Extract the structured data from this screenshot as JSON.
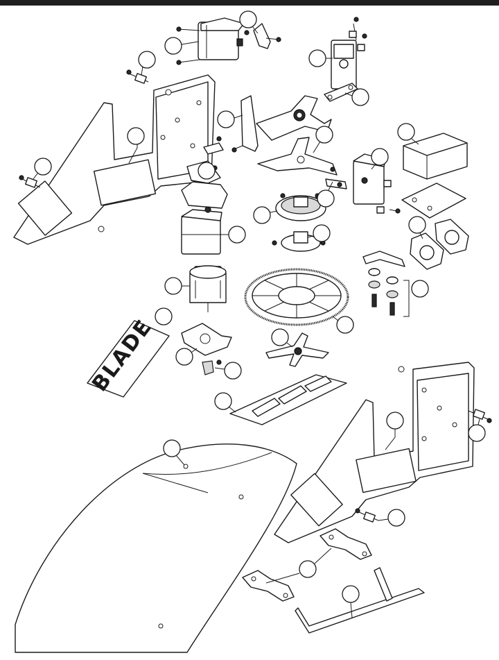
{
  "document": {
    "type": "exploded-parts-diagram",
    "header_bar_color": "#1f1f1f"
  },
  "logo": {
    "text": "BLADE"
  },
  "callouts": [
    {
      "id": "servo-top-callout"
    },
    {
      "id": "servo-arm-callout"
    },
    {
      "id": "rear-servo-callout"
    },
    {
      "id": "servo-horn-callout"
    },
    {
      "id": "frame-bolt-left-callout"
    },
    {
      "id": "tail-boom-mount-callout"
    },
    {
      "id": "left-frame-callout"
    },
    {
      "id": "swash-guide-upper-callout"
    },
    {
      "id": "receiver-box-callout"
    },
    {
      "id": "frame-bolt-left-lower-callout"
    },
    {
      "id": "cyclic-servo-callout"
    },
    {
      "id": "servo-mount-callout"
    },
    {
      "id": "bearing-block-callout"
    },
    {
      "id": "main-shaft-hub-callout"
    },
    {
      "id": "hub-plate-callout"
    },
    {
      "id": "motor-servo-callout"
    },
    {
      "id": "bearing-hub-callout"
    },
    {
      "id": "motor-callout"
    },
    {
      "id": "mounting-brackets-callout"
    },
    {
      "id": "canopy-decal-callout"
    },
    {
      "id": "main-gear-callout"
    },
    {
      "id": "motor-mount-callout"
    },
    {
      "id": "one-way-bearing-callout"
    },
    {
      "id": "pinion-callout"
    },
    {
      "id": "bottom-plate-callout"
    },
    {
      "id": "right-frame-callout"
    },
    {
      "id": "frame-bolt-right-callout"
    },
    {
      "id": "canopy-callout"
    },
    {
      "id": "canopy-mount-callout"
    },
    {
      "id": "landing-gear-strut-callout"
    },
    {
      "id": "landing-skid-callout"
    }
  ]
}
